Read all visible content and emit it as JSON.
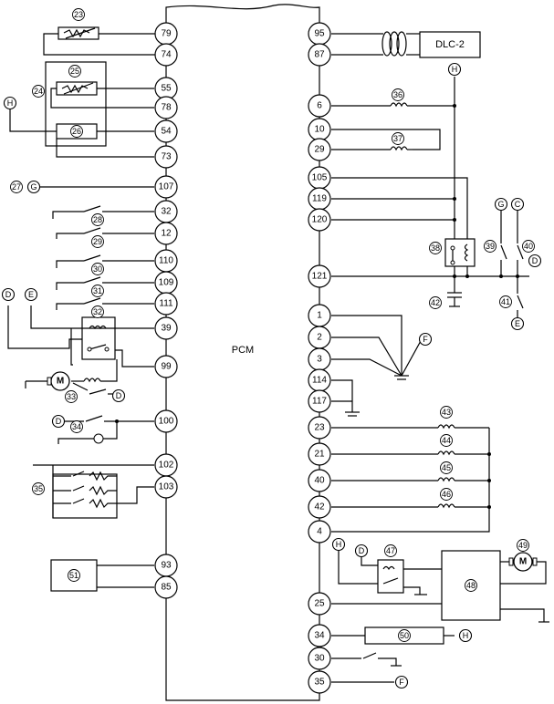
{
  "diagram": {
    "module_label": "PCM",
    "dlc_label": "DLC-2",
    "motor_label": "M",
    "left_pins": [
      "79",
      "74",
      "55",
      "78",
      "54",
      "73",
      "107",
      "32",
      "12",
      "110",
      "109",
      "111",
      "39",
      "99",
      "100",
      "102",
      "103",
      "93",
      "85"
    ],
    "right_pins": [
      "95",
      "87",
      "6",
      "10",
      "29",
      "105",
      "119",
      "120",
      "121",
      "1",
      "2",
      "3",
      "114",
      "117",
      "23",
      "21",
      "40",
      "42",
      "4",
      "25",
      "34",
      "30",
      "35"
    ],
    "component_refs": [
      "23",
      "24",
      "25",
      "26",
      "27",
      "28",
      "29",
      "30",
      "31",
      "32",
      "33",
      "34",
      "35",
      "36",
      "37",
      "38",
      "39",
      "40",
      "41",
      "42",
      "43",
      "44",
      "45",
      "46",
      "47",
      "48",
      "49",
      "50",
      "51"
    ],
    "connection_markers": [
      "H",
      "G",
      "D",
      "E",
      "F",
      "C"
    ]
  }
}
